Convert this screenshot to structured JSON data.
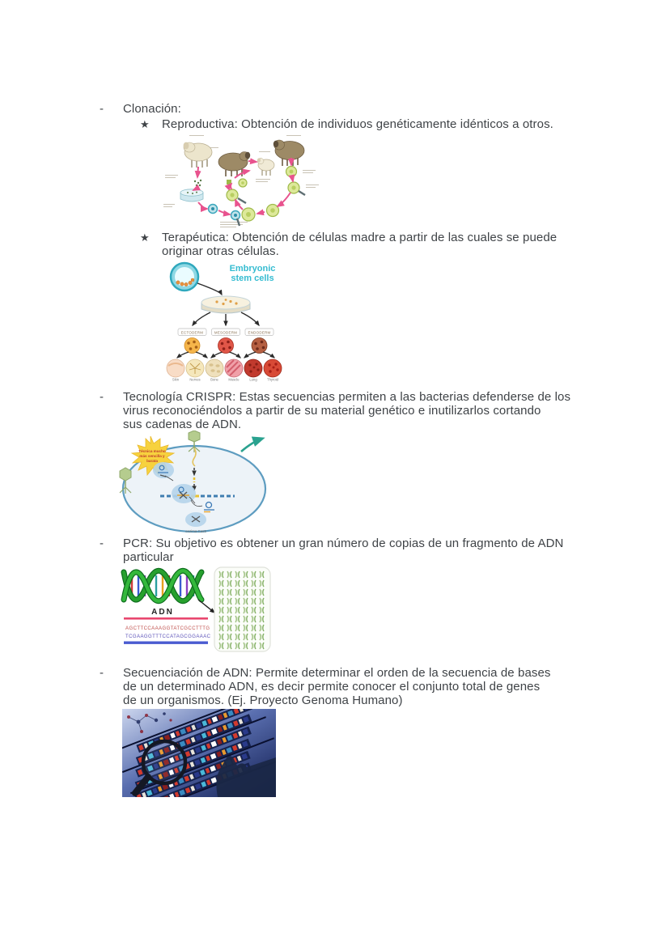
{
  "bullets": {
    "dash": "-",
    "star": "★"
  },
  "content": {
    "clonacion": {
      "label": "Clonación:"
    },
    "reproductiva": {
      "text": "Reproductiva: Obtención de individuos genéticamente idénticos a otros."
    },
    "terapeutica": {
      "text": "Terapéutica: Obtención de células madre a partir de las cuales se puede\noriginar otras células."
    },
    "crispr": {
      "text": "Tecnología CRISPR: Estas secuencias permiten a las bacterias defenderse de los\nvirus reconociéndolos a partir de su material genético e inutilizarlos cortando\nsus cadenas de ADN."
    },
    "pcr": {
      "text": "PCR: Su objetivo es obtener un gran número de copias de un fragmento de ADN\nparticular"
    },
    "secuenciacion": {
      "text": "Secuenciación de ADN: Permite determinar el orden de la secuencia de bases\nde un determinado ADN, es decir permite conocer el conjunto total de genes\nde un organismos. (Ej. Proyecto Genoma Humano)"
    }
  },
  "figures": {
    "stem_cells": {
      "title_line1": "Embryonic",
      "title_line2": "stem cells",
      "germ_layers": [
        "ECTODERM",
        "MESODERM",
        "ENDODERM"
      ],
      "tissues": [
        "Skin",
        "Nerves",
        "Bone",
        "Muscle",
        "Lung",
        "Thyroid"
      ]
    },
    "crispr": {
      "burst_line1": "Técnica mucho",
      "burst_line2": "más sencilla y",
      "burst_line3": "barata",
      "caption": "enzima Cas9"
    },
    "pcr": {
      "dna_label": "ADN",
      "seq_top": "AGCTTCCAAAGGTATCGCCTTTG",
      "seq_bottom": "TCGAAGGTTTCCATAGCGGAAAC"
    }
  },
  "colors": {
    "body_text": "#3f4347",
    "cloning_arrow_pink": "#e8538e",
    "stem_title_teal": "#35bcd1",
    "crispr_burst_yellow": "#f7d23e",
    "crispr_burst_text_red": "#c03a2e",
    "pcr_helix_green": "#27a02e",
    "pcr_seq_top_red": "#c0504d",
    "pcr_seq_bottom_purple": "#5b51b8",
    "pcr_line_red": "#e8476e",
    "pcr_line_blue": "#4a5bd0"
  }
}
